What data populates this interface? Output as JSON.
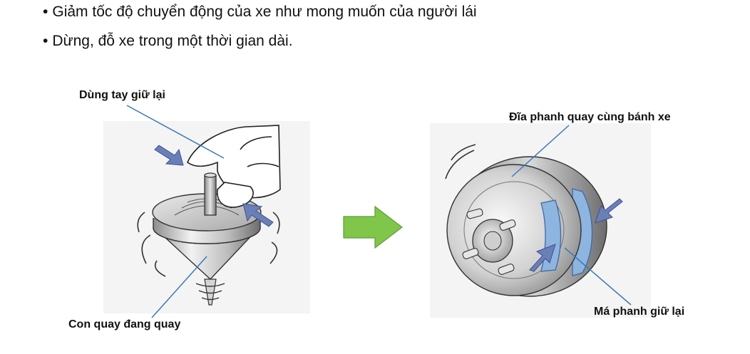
{
  "bullets": [
    "Giảm tốc độ chuyển động của xe như mong muốn của người lái",
    "Dừng, đỗ xe trong một thời gian dài."
  ],
  "bullet_symbol": "•",
  "labels": {
    "hand": "Dùng tay giữ lại",
    "spinning_top": "Con quay đang quay",
    "brake_disc": "Đĩa phanh quay cùng bánh xe",
    "brake_pad": "Má phanh giữ lại"
  },
  "colors": {
    "arrow_green": "#7fc64a",
    "press_arrow_blue": "#6a7fb8",
    "leader_line": "#3a7ab8",
    "brake_pad": "#8eb4e0",
    "panel_bg": "#f3f3f3"
  },
  "icons": {
    "transition": "green-right-arrow-icon",
    "press": "blue-press-arrow-icon"
  }
}
